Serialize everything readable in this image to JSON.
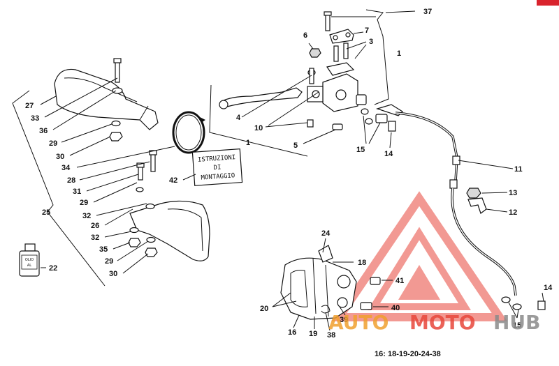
{
  "labels": {
    "l1a": "1",
    "l1b": "1",
    "l3": "3",
    "l4": "4",
    "l5": "5",
    "l6": "6",
    "l7": "7",
    "l10": "10",
    "l11": "11",
    "l12": "12",
    "l13": "13",
    "l14a": "14",
    "l14b": "14",
    "l15a": "15",
    "l15b": "15",
    "l16": "16",
    "l18": "18",
    "l19": "19",
    "l20": "20",
    "l22": "22",
    "l24": "24",
    "l25": "25",
    "l26": "26",
    "l27": "27",
    "l28": "28",
    "l29a": "29",
    "l29b": "29",
    "l29c": "29",
    "l30a": "30",
    "l30b": "30",
    "l31": "31",
    "l32a": "32",
    "l32b": "32",
    "l33": "33",
    "l34": "34",
    "l35": "35",
    "l36": "36",
    "l37": "37",
    "l38": "38",
    "l39": "39",
    "l40": "40",
    "l41": "41",
    "l42": "42"
  },
  "kit_note": "16: 18-19-20-24-38",
  "instructions_card": {
    "line1": "ISTRUZIONI",
    "line2": "DI",
    "line3": "MONTAGGIO"
  },
  "bottle_text": {
    "line1": "OLIO",
    "line2": "AL"
  },
  "watermark": {
    "part1": "AUTO",
    "part2": "MOTO",
    "part3": "HUB"
  },
  "colors": {
    "watermark_red": "#e8473c",
    "watermark_orange": "#f0a030",
    "watermark_grey": "#8a8a8a",
    "corner_red": "#d9232d"
  }
}
